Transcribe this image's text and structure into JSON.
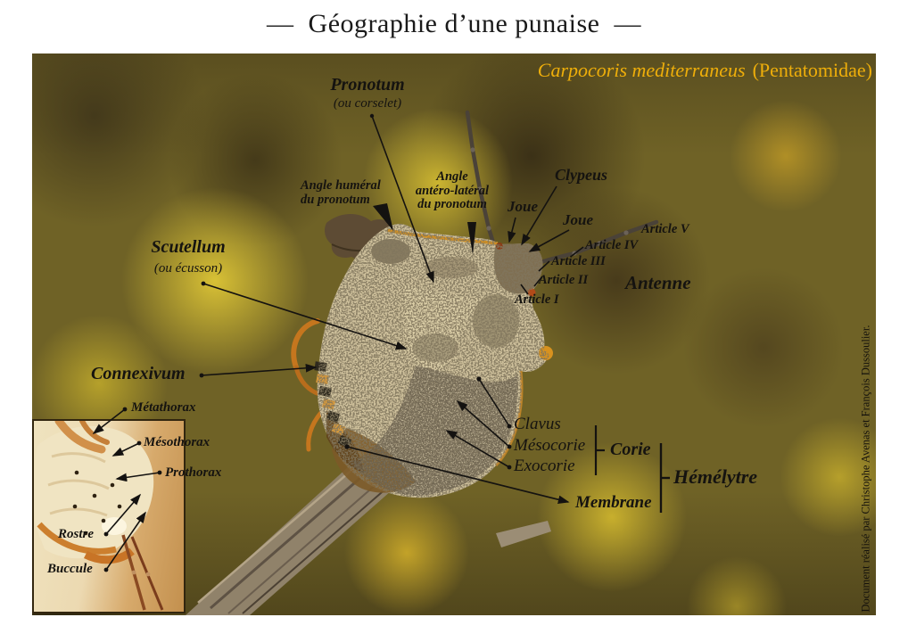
{
  "header": {
    "dash": "—",
    "title": "Géographie d’une punaise"
  },
  "photo": {
    "species_caption": {
      "species": "Carpocoris mediterraneus",
      "family": "(Pentatomidae)"
    },
    "credit": "Document réalisé par Christophe Avenas et François Dussoulier."
  },
  "colors": {
    "species_text": "#eeae0a",
    "label_text": "#151310"
  },
  "labels": {
    "pronotum": {
      "main": "Pronotum",
      "sub": "(ou corselet)"
    },
    "angle_humeral": {
      "line1": "Angle huméral",
      "line2": "du pronotum"
    },
    "angle_anterolateral": {
      "line1": "Angle",
      "line2": "antéro-latéral",
      "line3": "du pronotum"
    },
    "clypeus": "Clypeus",
    "joue_left": "Joue",
    "joue_right": "Joue",
    "antenna_articles": [
      "Article V",
      "Article IV",
      "Article III",
      "Article II",
      "Article I"
    ],
    "antenne": "Antenne",
    "scutellum": {
      "main": "Scutellum",
      "sub": "(ou écusson)"
    },
    "connexivum": "Connexivum",
    "metathorax": "Métathorax",
    "mesothorax": "Mésothorax",
    "prothorax": "Prothorax",
    "rostre": "Rostre",
    "buccule": "Buccule",
    "clavus": "Clavus",
    "mesocorie": "Mésocorie",
    "exocorie": "Exocorie",
    "corie": "Corie",
    "hemelytre": "Hémélytre",
    "membrane": "Membrane"
  }
}
